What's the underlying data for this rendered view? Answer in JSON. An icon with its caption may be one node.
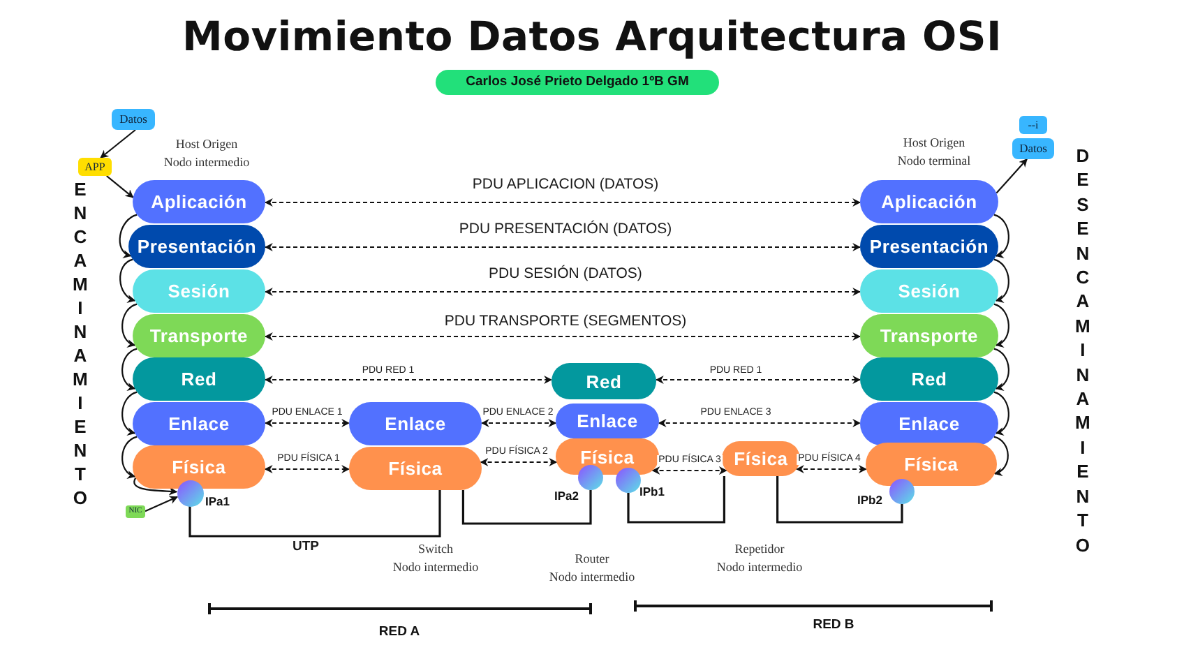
{
  "diagram": {
    "title": "Movimiento Datos Arquitectura OSI",
    "nodes": [
      {
        "text": [
          "Carlos José Prieto Delgado 1ºB GM"
        ]
      },
      {
        "text": [
          "Datos"
        ]
      },
      {
        "text": [
          "APP"
        ]
      },
      {
        "text": [
          "Aplicación"
        ]
      },
      {
        "text": [
          "Presentación"
        ]
      },
      {
        "text": [
          "Sesión"
        ]
      },
      {
        "text": [
          "Transporte"
        ]
      },
      {
        "text": [
          "Red"
        ]
      },
      {
        "text": [
          "Enlace"
        ]
      },
      {
        "text": [
          "Física"
        ]
      },
      {
        "text": [
          "Enlace"
        ]
      },
      {
        "text": [
          "Física"
        ]
      },
      {
        "text": [
          "Red"
        ]
      },
      {
        "text": [
          "Enlace"
        ]
      },
      {
        "text": [
          "Física"
        ]
      },
      {
        "text": [
          "Física"
        ]
      },
      {
        "text": [
          "Aplicación"
        ]
      },
      {
        "text": [
          "Presentación"
        ]
      },
      {
        "text": [
          "Sesión"
        ]
      },
      {
        "text": [
          "Transporte"
        ]
      },
      {
        "text": [
          "Red"
        ]
      },
      {
        "text": [
          "Enlace"
        ]
      },
      {
        "text": [
          "Física"
        ]
      },
      {
        "text": [
          "--i"
        ]
      },
      {
        "text": [
          "Datos"
        ]
      },
      {
        "text": [],
        "shape": "circle",
        "beside": [
          "IPa1"
        ]
      },
      {
        "text": [],
        "shape": "circle",
        "beside": [
          "IPa2"
        ]
      },
      {
        "text": [],
        "shape": "circle",
        "beside": [
          "IPb1"
        ]
      },
      {
        "text": [],
        "shape": "circle",
        "beside": [
          "IPb2"
        ]
      },
      {
        "text": [
          "NIC"
        ]
      }
    ],
    "edges": [
      {
        "from": 1,
        "to": 2,
        "arrow": "to"
      },
      {
        "from": 2,
        "to": 3,
        "arrow": "to"
      },
      {
        "from": 3,
        "to": 4,
        "arrow": "to"
      },
      {
        "from": 4,
        "to": 5,
        "arrow": "to"
      },
      {
        "from": 5,
        "to": 6,
        "arrow": "to"
      },
      {
        "from": 6,
        "to": 7,
        "arrow": "to"
      },
      {
        "from": 7,
        "to": 8,
        "arrow": "to"
      },
      {
        "from": 8,
        "to": 9,
        "arrow": "to"
      },
      {
        "from": 9,
        "to": 25,
        "arrow": "to"
      },
      {
        "from": 29,
        "to": 25,
        "arrow": "to"
      },
      {
        "from": 3,
        "to": 16,
        "arrow": "both",
        "label": "PDU APLICACION (DATOS)",
        "style": "dashed"
      },
      {
        "from": 4,
        "to": 17,
        "arrow": "both",
        "label": "PDU PRESENTACIÓN (DATOS)",
        "style": "dashed"
      },
      {
        "from": 5,
        "to": 18,
        "arrow": "both",
        "label": "PDU SESIÓN (DATOS)",
        "style": "dashed"
      },
      {
        "from": 6,
        "to": 19,
        "arrow": "both",
        "label": "PDU TRANSPORTE (SEGMENTOS)",
        "style": "dashed"
      },
      {
        "from": 7,
        "to": 12,
        "arrow": "both",
        "label": "PDU RED 1",
        "style": "dashed"
      },
      {
        "from": 12,
        "to": 20,
        "arrow": "both",
        "label": "PDU RED 1",
        "style": "dashed"
      },
      {
        "from": 8,
        "to": 10,
        "arrow": "both",
        "label": "PDU ENLACE 1",
        "style": "dashed"
      },
      {
        "from": 10,
        "to": 13,
        "arrow": "both",
        "label": "PDU ENLACE 2",
        "style": "dashed"
      },
      {
        "from": 13,
        "to": 21,
        "arrow": "both",
        "label": "PDU ENLACE 3",
        "style": "dashed"
      },
      {
        "from": 9,
        "to": 11,
        "arrow": "both",
        "label": "PDU FÍSICA 1",
        "style": "dashed"
      },
      {
        "from": 11,
        "to": 14,
        "arrow": "both",
        "label": "PDU FÍSICA 2",
        "style": "dashed"
      },
      {
        "from": 14,
        "to": 15,
        "arrow": "both",
        "label": "PDU FÍSICA 3",
        "style": "dashed"
      },
      {
        "from": 15,
        "to": 22,
        "arrow": "both",
        "label": "PDU FÍSICA 4",
        "style": "dashed"
      },
      {
        "from": 25,
        "to": 11,
        "arrow": "none",
        "label": "UTP"
      },
      {
        "from": 11,
        "to": 26,
        "arrow": "none"
      },
      {
        "from": 27,
        "to": 15,
        "arrow": "none"
      },
      {
        "from": 15,
        "to": 28,
        "arrow": "none"
      },
      {
        "from": 16,
        "to": 24,
        "arrow": "to"
      },
      {
        "from": 16,
        "to": 17,
        "arrow": "to"
      },
      {
        "from": 17,
        "to": 18,
        "arrow": "to"
      },
      {
        "from": 18,
        "to": 19,
        "arrow": "to"
      },
      {
        "from": 19,
        "to": 20,
        "arrow": "to"
      },
      {
        "from": 20,
        "to": 21,
        "arrow": "to"
      },
      {
        "from": 21,
        "to": 22,
        "arrow": "to"
      }
    ],
    "labels": [
      "Host Origen Nodo intermedio",
      "Host Origen Nodo terminal",
      "ENCAMINAMIENTO",
      "DESENCAMINAMIENTO",
      "Switch Nodo intermedio",
      "Router Nodo intermedio",
      "Repetidor Nodo intermedio",
      "RED A",
      "RED B"
    ]
  }
}
